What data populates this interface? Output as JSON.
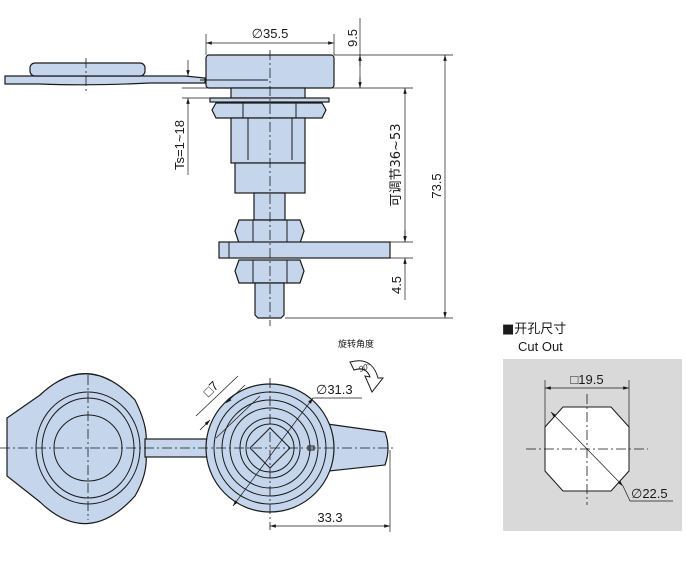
{
  "side_view": {
    "dim_diameter": "∅35.5",
    "dim_head_height": "9.5",
    "dim_total_length": "73.5",
    "dim_adjustable": "可调节36~53",
    "dim_plate": "4.5",
    "dim_thickness": "Ts=1~18"
  },
  "front_view": {
    "dim_square": "□7",
    "dim_diameter": "∅31.3",
    "dim_tail": "33.3",
    "rotation_label": "旋转角度",
    "rotation_angle": "90°"
  },
  "cutout": {
    "title": "■开孔尺寸",
    "subtitle": "Cut Out",
    "dim_square": "□19.5",
    "dim_diameter": "∅22.5"
  },
  "colors": {
    "part_fill": "#c5d6ec",
    "cutout_bg": "#d9d9d9"
  }
}
